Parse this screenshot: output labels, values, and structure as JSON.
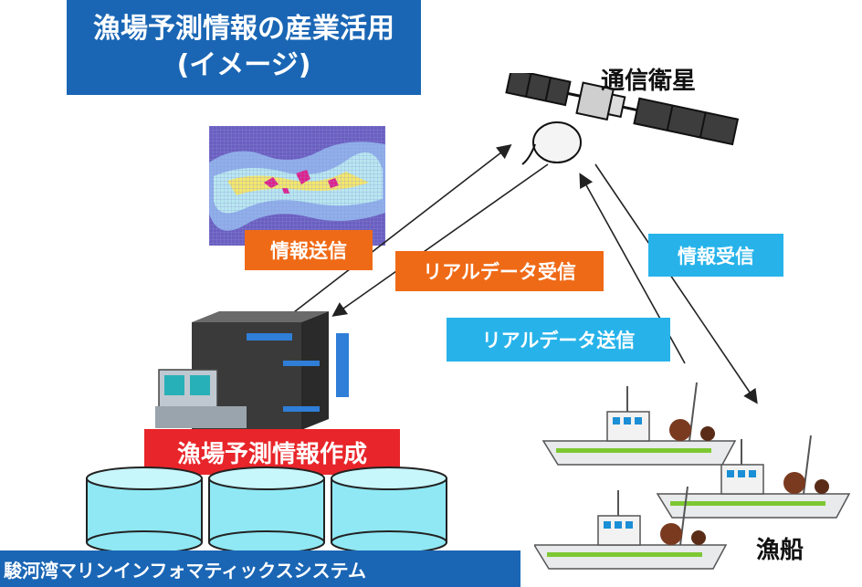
{
  "title": {
    "line1": "漁場予測情報の産業活用",
    "line2": "(イメージ)"
  },
  "labels": {
    "satellite": "通信衛星",
    "info_send": "情報送信",
    "realdata_receive": "リアルデータ受信",
    "info_receive": "情報受信",
    "realdata_send": "リアルデータ送信",
    "forecast_creation": "漁場予測情報作成",
    "fishing_boats": "漁船",
    "system_name": "駿河湾マリンインフォマティックスシステム"
  },
  "colors": {
    "title_bg": "#1a66b5",
    "orange": "#ef6a16",
    "cyan": "#27b3ea",
    "red": "#e8252a"
  },
  "icons": [
    "satellite-icon",
    "server-icon",
    "database-icon",
    "fishing-boat-icon",
    "forecast-map-image"
  ]
}
